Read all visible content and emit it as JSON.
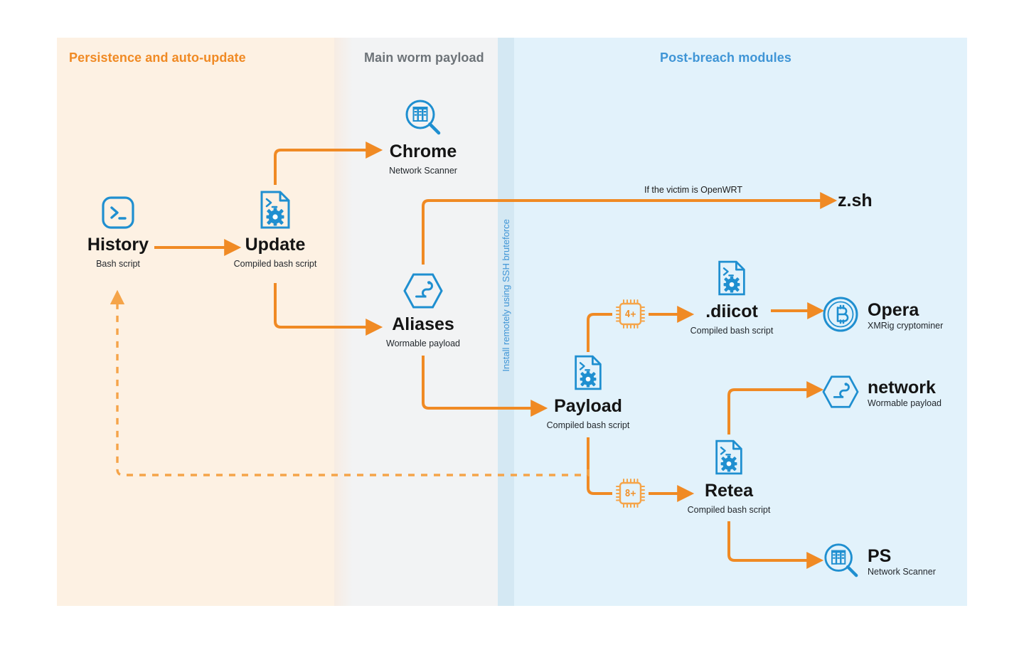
{
  "bands": [
    {
      "id": "persistence",
      "title": "Persistence and auto-update",
      "title_color": "#f08a24",
      "bg": "#fdf1e3"
    },
    {
      "id": "main-worm",
      "title": "Main worm payload",
      "title_color": "#6d7378",
      "bg": "#f2f3f4"
    },
    {
      "id": "post-breach",
      "title": "Post-breach modules",
      "title_color": "#3f95d6",
      "bg": "#e2f2fb"
    }
  ],
  "nodes": {
    "history": {
      "name": "History",
      "sub": "Bash script",
      "icon": "terminal-rounded-icon"
    },
    "update": {
      "name": "Update",
      "sub": "Compiled bash script",
      "icon": "script-file-icon"
    },
    "chrome": {
      "name": "Chrome",
      "sub": "Network Scanner",
      "icon": "network-scanner-icon"
    },
    "aliases": {
      "name": "Aliases",
      "sub": "Wormable payload",
      "icon": "worm-hex-icon"
    },
    "zsh": {
      "name": "z.sh"
    },
    "payload": {
      "name": "Payload",
      "sub": "Compiled bash script",
      "icon": "script-file-icon"
    },
    "diicot": {
      "name": ".diicot",
      "sub": "Compiled bash script",
      "icon": "script-file-icon"
    },
    "opera": {
      "name": "Opera",
      "sub": "XMRig cryptominer",
      "icon": "bitcoin-coin-icon"
    },
    "retea": {
      "name": "Retea",
      "sub": "Compiled bash script",
      "icon": "script-file-icon"
    },
    "network": {
      "name": "network",
      "sub": "Wormable payload",
      "icon": "worm-hex-icon"
    },
    "ps": {
      "name": "PS",
      "sub": "Network Scanner",
      "icon": "network-scanner-icon"
    }
  },
  "edge_labels": {
    "openwrt": "If the victim is OpenWRT",
    "ssh_bruteforce": "Install remotely using SSH bruteforce"
  },
  "chips": [
    {
      "id": "cpu-4plus",
      "label": "4+",
      "icon": "cpu-chip-icon"
    },
    {
      "id": "cpu-8plus",
      "label": "8+",
      "icon": "cpu-chip-icon"
    }
  ],
  "colors": {
    "orange": "#f08a24",
    "blue": "#1f8fd0",
    "text": "#141414",
    "band_orange_bg": "#fdf1e3",
    "band_gray_bg": "#f2f3f4",
    "band_blue_bg": "#e2f2fb",
    "divider_blue": "#cfe6f4"
  }
}
